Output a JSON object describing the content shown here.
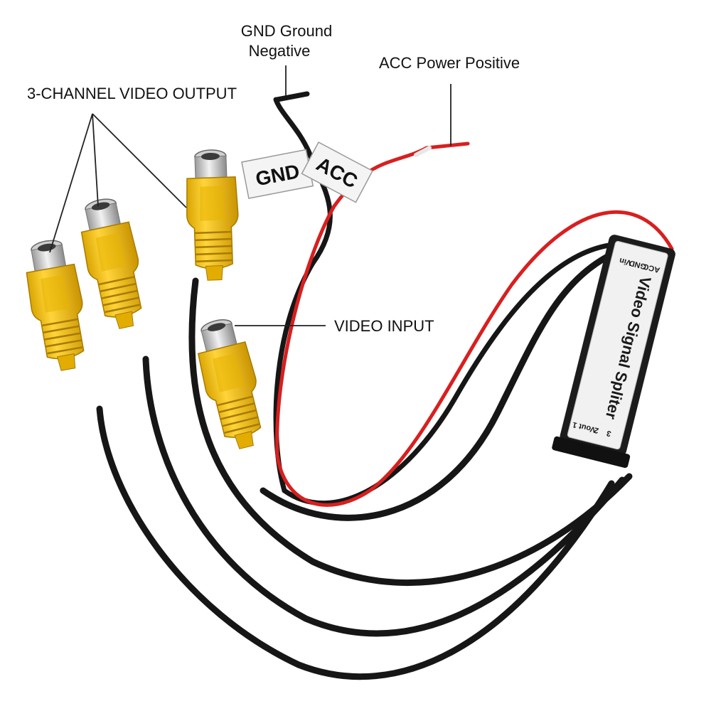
{
  "callouts": {
    "gnd_line1": "GND Ground",
    "gnd_line2": "Negative",
    "acc": "ACC Power Positive",
    "output": "3-CHANNEL VIDEO OUTPUT",
    "input": "VIDEO INPUT"
  },
  "wire_tags": {
    "gnd": "GND",
    "acc": "ACC"
  },
  "splitter": {
    "name": "Video Signal Spliter",
    "top_labels": [
      "Vin",
      "GND",
      "ACC"
    ],
    "bottom_labels": [
      "Vout 1",
      "2",
      "3"
    ]
  },
  "colors": {
    "connector": "#f4c21a",
    "cable": "#161616",
    "red_wire": "#d81f1f",
    "box": "#1c1c1c"
  },
  "icons": {
    "connector": "rca-female-connector-icon",
    "splitter": "splitter-box-icon"
  }
}
